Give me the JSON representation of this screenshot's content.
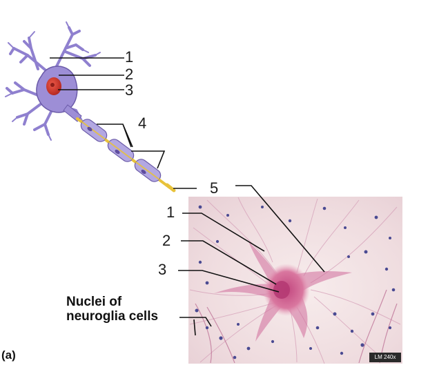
{
  "diagram_labels": {
    "n1": "1",
    "n2": "2",
    "n3": "3",
    "n4": "4",
    "n5": "5",
    "m1": "1",
    "m2": "2",
    "m3": "3"
  },
  "neuroglia_label": [
    "Nuclei of",
    "neuroglia cells"
  ],
  "panel_label": "(a)",
  "micrograph": {
    "scale_text": "LM 240x"
  },
  "colors": {
    "neuron_body": "#9d8ed6",
    "neuron_outline": "#6a5aa8",
    "nucleus": "#d03a2e",
    "myelin": "#b3a8e2",
    "axon_core": "#e8c23a",
    "stain_pink": "#c85a8c",
    "tissue_bg": "#f2e3e4"
  }
}
